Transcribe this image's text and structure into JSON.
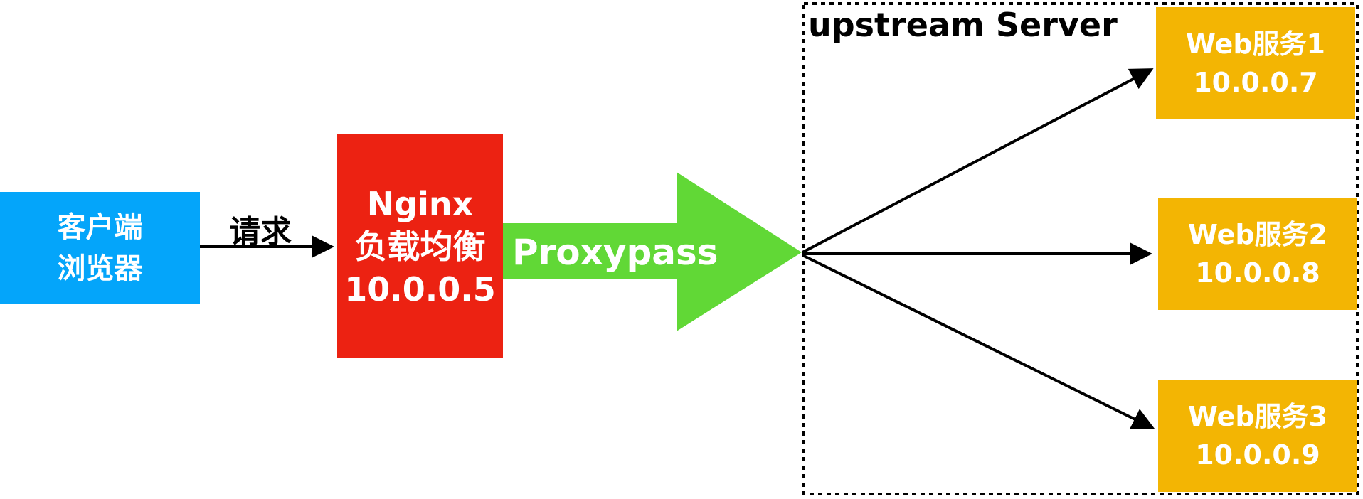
{
  "client": {
    "line1": "客户端",
    "line2": "浏览器",
    "color": "#04a5fa"
  },
  "request_label": "请求",
  "nginx": {
    "line1": "Nginx",
    "line2": "负载均衡",
    "line3": "10.0.0.5",
    "color": "#ec2212"
  },
  "proxy": {
    "label": "Proxypass",
    "color": "#61d836"
  },
  "upstream": {
    "label": "upstream Server",
    "servers": [
      {
        "name": "Web服务1",
        "ip": "10.0.0.7"
      },
      {
        "name": "Web服务2",
        "ip": "10.0.0.8"
      },
      {
        "name": "Web服务3",
        "ip": "10.0.0.9"
      }
    ],
    "server_color": "#f3b503"
  }
}
